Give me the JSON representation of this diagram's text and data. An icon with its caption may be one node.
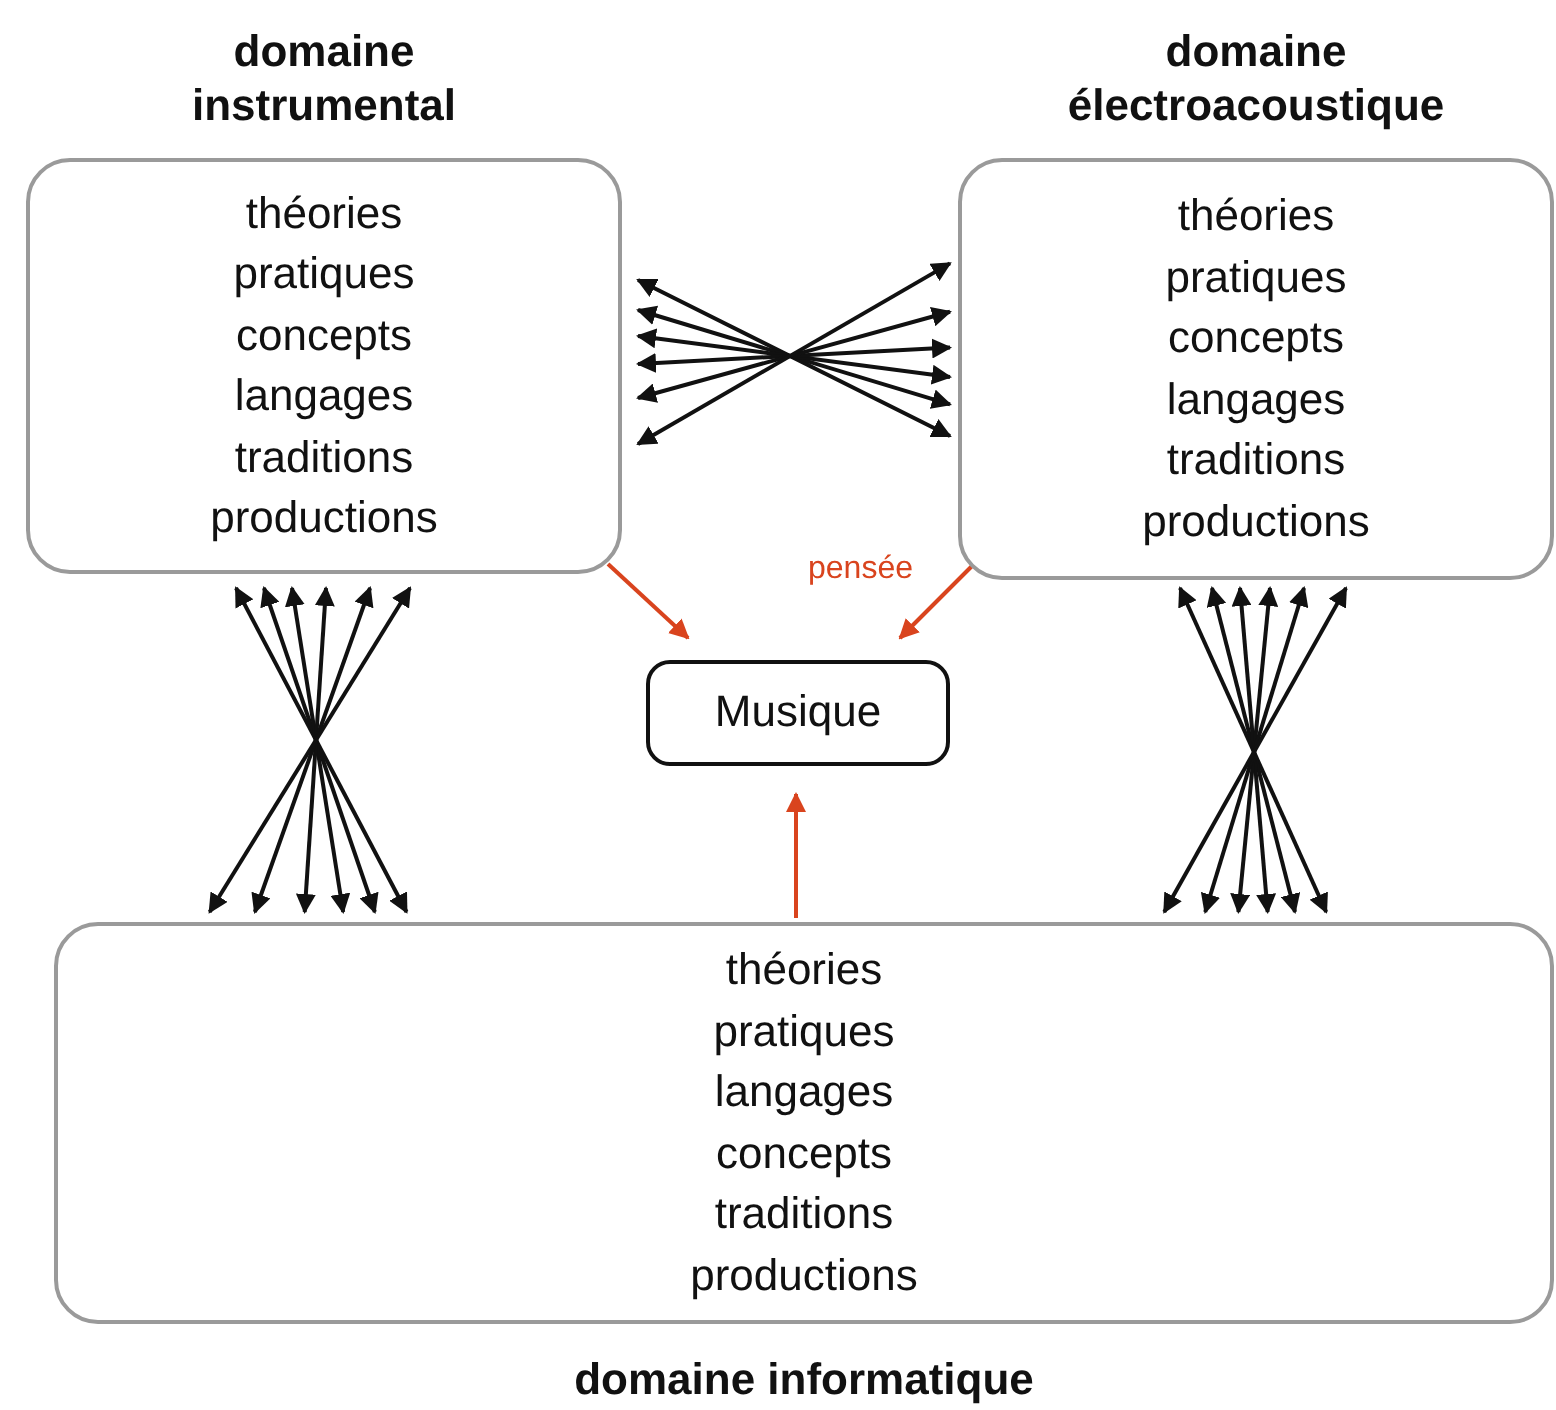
{
  "diagram": {
    "nodes": [
      {
        "text": [
          "domaine instrumental",
          "théories",
          "pratiques",
          "concepts",
          "langages",
          "traditions",
          "productions"
        ]
      },
      {
        "text": [
          "domaine électroacoustique",
          "théories",
          "pratiques",
          "concepts",
          "langages",
          "traditions",
          "productions"
        ]
      },
      {
        "text": [
          "Musique"
        ]
      },
      {
        "text": [
          "théories",
          "pratiques",
          "langages",
          "concepts",
          "traditions",
          "productions",
          "domaine informatique"
        ]
      }
    ],
    "edges": [
      {
        "from": 0,
        "to": 1,
        "arrow": "both"
      },
      {
        "from": 0,
        "to": 1,
        "arrow": "both"
      },
      {
        "from": 0,
        "to": 1,
        "arrow": "both"
      },
      {
        "from": 0,
        "to": 1,
        "arrow": "both"
      },
      {
        "from": 0,
        "to": 1,
        "arrow": "both"
      },
      {
        "from": 0,
        "to": 1,
        "arrow": "both"
      },
      {
        "from": 0,
        "to": 3,
        "arrow": "both"
      },
      {
        "from": 0,
        "to": 3,
        "arrow": "both"
      },
      {
        "from": 0,
        "to": 3,
        "arrow": "both"
      },
      {
        "from": 0,
        "to": 3,
        "arrow": "both"
      },
      {
        "from": 0,
        "to": 3,
        "arrow": "both"
      },
      {
        "from": 0,
        "to": 3,
        "arrow": "both"
      },
      {
        "from": 1,
        "to": 3,
        "arrow": "both"
      },
      {
        "from": 1,
        "to": 3,
        "arrow": "both"
      },
      {
        "from": 1,
        "to": 3,
        "arrow": "both"
      },
      {
        "from": 1,
        "to": 3,
        "arrow": "both"
      },
      {
        "from": 1,
        "to": 3,
        "arrow": "both"
      },
      {
        "from": 1,
        "to": 3,
        "arrow": "both"
      },
      {
        "from": 0,
        "to": 2,
        "arrow": "to",
        "color": "#d9441e"
      },
      {
        "from": 1,
        "to": 2,
        "arrow": "to",
        "label": "pensée",
        "color": "#d9441e"
      },
      {
        "from": 3,
        "to": 2,
        "arrow": "to",
        "color": "#d9441e"
      }
    ]
  }
}
